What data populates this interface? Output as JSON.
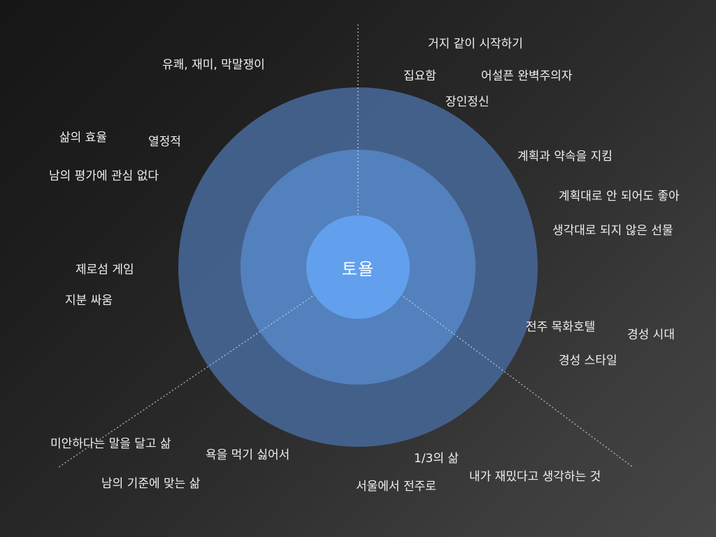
{
  "diagram": {
    "type": "concentric-circles",
    "center": {
      "label": "토욜"
    },
    "colors": {
      "background_dark": "#161616",
      "background_light": "#464646",
      "outer_ring": "#44638f",
      "middle_ring": "#5381bd",
      "inner_circle": "#62a0ee",
      "text": "#f0f0f0",
      "divider": "#c8d4e4"
    },
    "sectors": {
      "top_right": [
        "거지 같이 시작하기",
        "집요함",
        "어설픈 완벽주의자",
        "장인정신",
        "계획과 약속을 지킴",
        "계획대로 안 되어도 좋아",
        "생각대로 되지 않은 선물",
        "전주 목화호텔",
        "경성 시대",
        "경성 스타일"
      ],
      "top_left": [
        "유쾌, 재미, 막말쟁이",
        "삶의 효율",
        "열정적",
        "남의 평가에 관심 없다",
        "제로섬 게임",
        "지분 싸움"
      ],
      "bottom": [
        "미안하다는 말을 달고 삶",
        "욕을 먹기 싫어서",
        "남의 기준에 맞는 삶",
        "1/3의 삶",
        "서울에서 전주로",
        "내가 재밌다고 생각하는 것"
      ]
    }
  },
  "labels": {
    "l1": "거지 같이 시작하기",
    "l2": "유쾌, 재미, 막말쟁이",
    "l3": "집요함",
    "l4": "어설픈 완벽주의자",
    "l5": "장인정신",
    "l6": "삶의 효율",
    "l7": "열정적",
    "l8": "계획과 약속을 지킴",
    "l9": "남의 평가에 관심 없다",
    "l10": "계획대로 안 되어도 좋아",
    "l11": "생각대로 되지 않은 선물",
    "l12": "제로섬 게임",
    "l13": "지분 싸움",
    "l14": "전주 목화호텔",
    "l15": "경성 시대",
    "l16": "경성 스타일",
    "l17": "미안하다는 말을 달고 삶",
    "l18": "욕을 먹기 싫어서",
    "l19": "1/3의 삶",
    "l20": "내가 재밌다고 생각하는 것",
    "l21": "남의 기준에 맞는 삶",
    "l22": "서울에서 전주로"
  }
}
